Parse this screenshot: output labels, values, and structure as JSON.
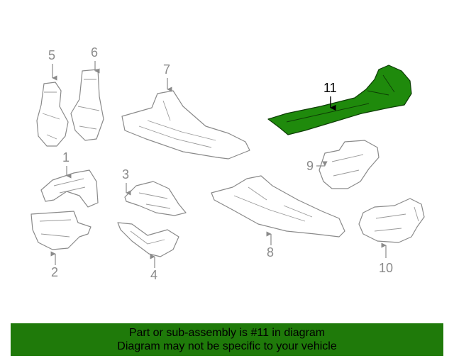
{
  "diagram": {
    "callouts": {
      "c1": "1",
      "c2": "2",
      "c3": "3",
      "c4": "4",
      "c5": "5",
      "c6": "6",
      "c7": "7",
      "c8": "8",
      "c9": "9",
      "c10": "10",
      "c11": "11"
    },
    "highlighted_part": "11",
    "highlight_color": "#1f8a0c"
  },
  "banner": {
    "line1": "Part or sub-assembly is #11 in diagram",
    "line2": "Diagram may not be specific to your vehicle",
    "background": "#1f7a0a"
  }
}
